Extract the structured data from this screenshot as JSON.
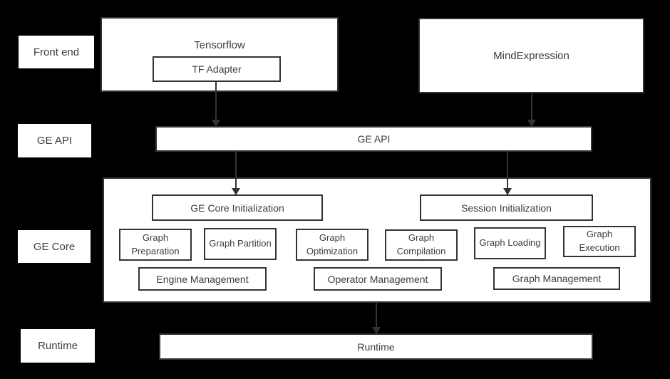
{
  "colors": {
    "background": "#000000",
    "box_fill": "#ffffff",
    "border": "#333333",
    "text": "#3d3d3d"
  },
  "layers": {
    "front_end_label": "Front end",
    "ge_api_label": "GE API",
    "ge_core_label": "GE Core",
    "runtime_label": "Runtime"
  },
  "front_end": {
    "tensorflow_label": "Tensorflow",
    "tf_adapter_label": "TF Adapter",
    "mindexpression_label": "MindExpression"
  },
  "ge_api": {
    "bar_label": "GE API"
  },
  "ge_core": {
    "init_left_label": "GE Core Initialization",
    "init_right_label": "Session Initialization",
    "stages": [
      {
        "label": "Graph Preparation"
      },
      {
        "label": "Graph Partition"
      },
      {
        "label": "Graph Optimization"
      },
      {
        "label": "Graph Compilation"
      },
      {
        "label": "Graph Loading"
      },
      {
        "label": "Graph Execution"
      }
    ],
    "management": [
      {
        "label": "Engine Management"
      },
      {
        "label": "Operator Management"
      },
      {
        "label": "Graph Management"
      }
    ]
  },
  "runtime": {
    "bar_label": "Runtime"
  }
}
